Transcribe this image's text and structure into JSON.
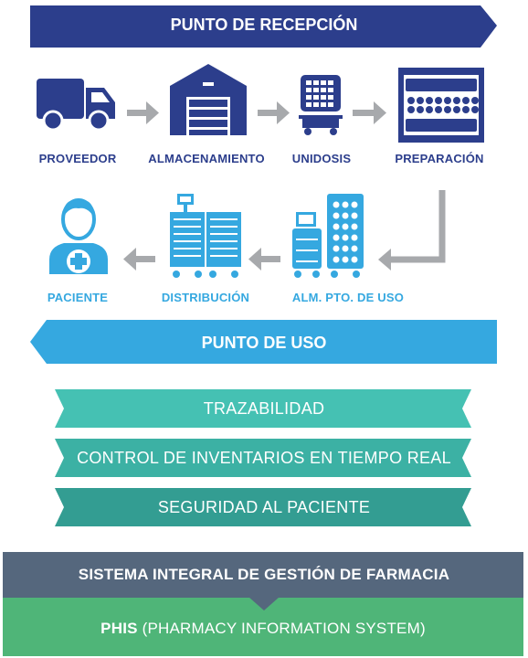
{
  "top_banner": {
    "label": "PUNTO DE RECEPCIÓN"
  },
  "flow_row1": [
    {
      "label": "PROVEEDOR",
      "icon": "truck-icon"
    },
    {
      "label": "ALMACENAMIENTO",
      "icon": "warehouse-icon"
    },
    {
      "label": "UNIDOSIS",
      "icon": "unit-dose-cart-icon"
    },
    {
      "label": "PREPARACIÓN",
      "icon": "preparation-rack-icon"
    }
  ],
  "flow_row2": [
    {
      "label": "PACIENTE",
      "icon": "patient-icon"
    },
    {
      "label": "DISTRIBUCIÓN",
      "icon": "distribution-cabinets-icon"
    },
    {
      "label": "ALM. PTO. DE USO",
      "icon": "point-of-use-storage-icon"
    }
  ],
  "mid_banner": {
    "label": "PUNTO DE USO"
  },
  "benefits": [
    {
      "label": "TRAZABILIDAD"
    },
    {
      "label": "CONTROL DE INVENTARIOS EN TIEMPO REAL"
    },
    {
      "label": "SEGURIDAD AL PACIENTE"
    }
  ],
  "system": {
    "title": "SISTEMA INTEGRAL DE GESTIÓN DE FARMACIA",
    "acronym": "PHIS",
    "full_name": " (PHARMACY INFORMATION SYSTEM)"
  },
  "colors": {
    "navy": "#2c3e8c",
    "sky": "#35a8e0",
    "gray_arrow": "#a7a9ac",
    "teal_1": "#45c1b3",
    "teal_2": "#3cb1a4",
    "teal_3": "#339d92",
    "slate": "#55677d",
    "green": "#4fb578"
  }
}
